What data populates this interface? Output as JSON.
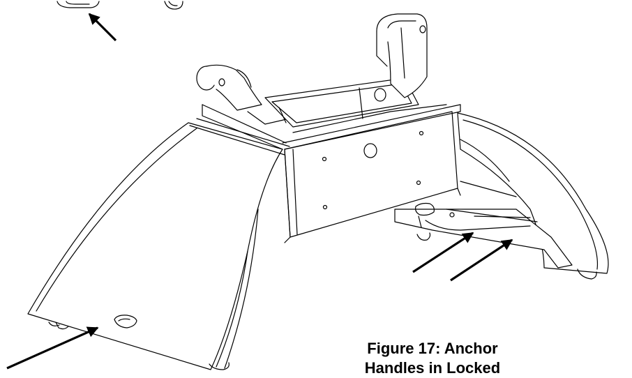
{
  "figure": {
    "caption_line1": "Figure 17: Anchor",
    "caption_line2": "Handles in Locked"
  },
  "callouts": [
    {
      "name": "arrow-top-left",
      "target": "anchor-handle"
    },
    {
      "name": "arrow-bottom-left",
      "target": "anchor-handle"
    },
    {
      "name": "arrow-right-a",
      "target": "anchor-handle"
    },
    {
      "name": "arrow-right-b",
      "target": "anchor-handle"
    }
  ],
  "colors": {
    "ink": "#000000",
    "paper": "#ffffff",
    "shade": "#f2f2f2"
  }
}
